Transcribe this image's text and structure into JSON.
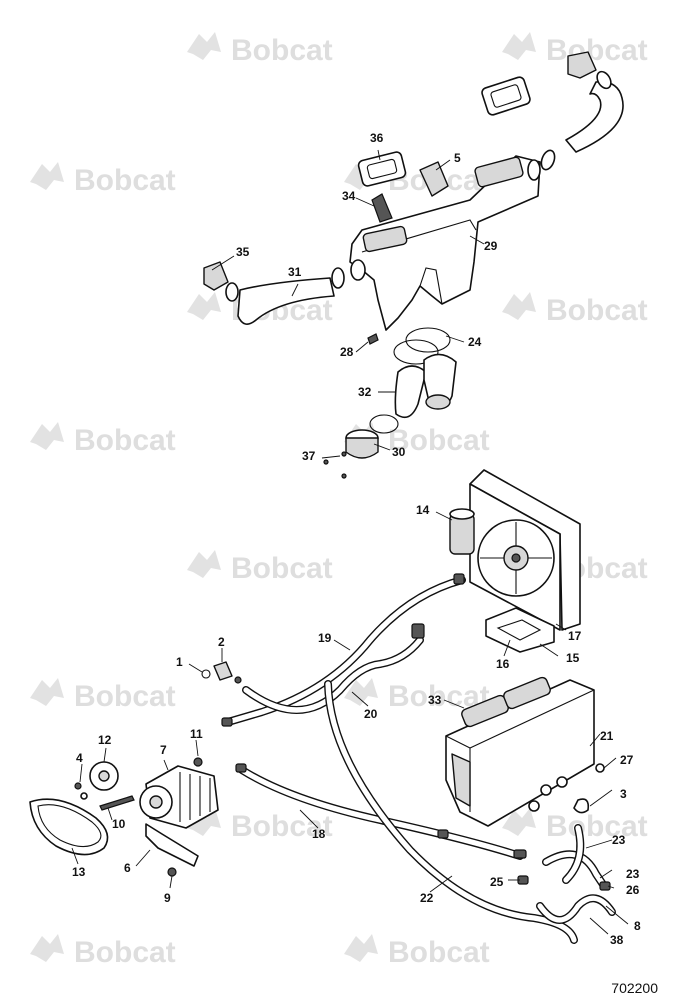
{
  "watermark": {
    "brand": "Bobcat",
    "color": "#dedede"
  },
  "drawing_number": "702200",
  "callouts": [
    "1",
    "2",
    "3",
    "4",
    "5",
    "6",
    "7",
    "8",
    "9",
    "10",
    "11",
    "12",
    "13",
    "14",
    "15",
    "16",
    "17",
    "18",
    "19",
    "20",
    "21",
    "22",
    "23",
    "23",
    "24",
    "25",
    "26",
    "27",
    "28",
    "29",
    "30",
    "31",
    "32",
    "33",
    "34",
    "35",
    "36",
    "37",
    "38"
  ]
}
